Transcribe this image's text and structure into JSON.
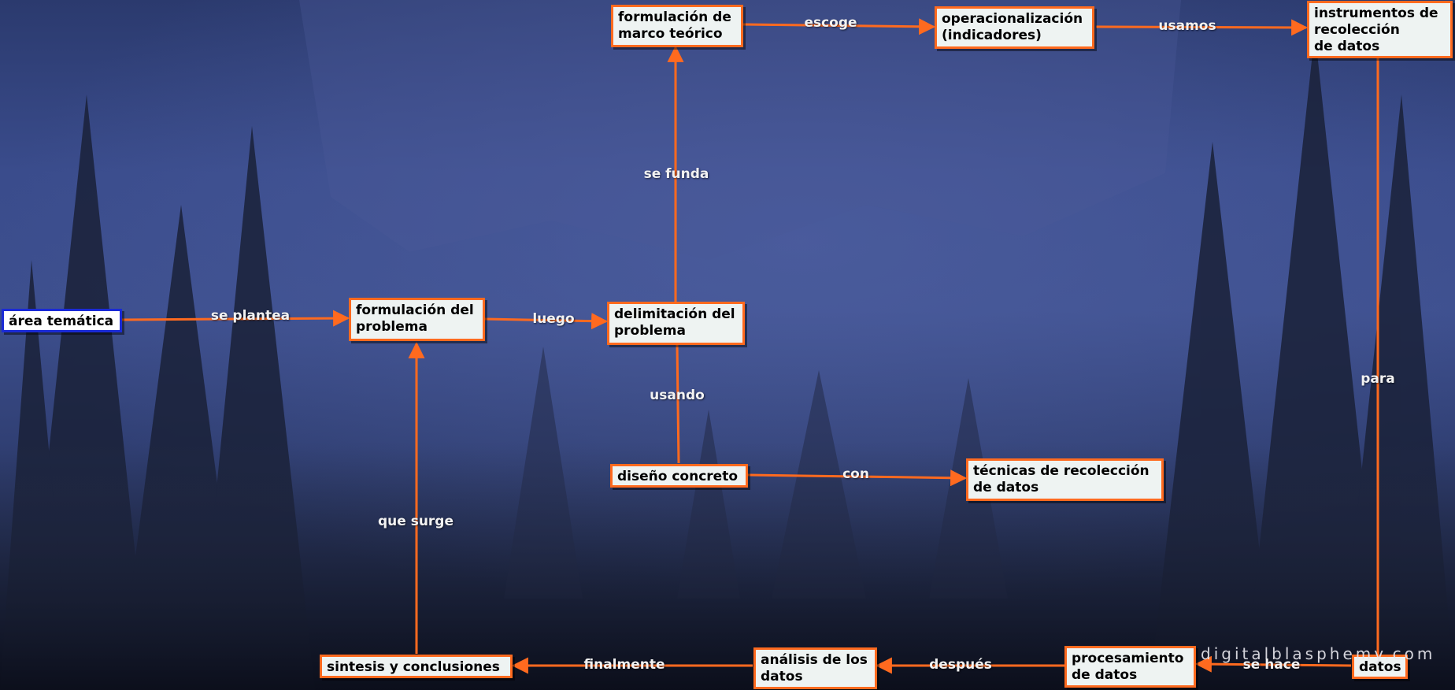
{
  "diagram": {
    "nodes": {
      "area_tematica": "área temática",
      "formulacion_problema": "formulación del\nproblema",
      "delimitacion_problema": "delimitación del\nproblema",
      "formulacion_marco": "formulación de\nmarco teórico",
      "operacionalizacion": "operacionalización\n(indicadores)",
      "instrumentos": "instrumentos de\nrecolección\nde datos",
      "diseno_concreto": "diseño concreto",
      "tecnicas": "técnicas de recolección\nde datos",
      "datos": "datos",
      "procesamiento": "procesamiento\nde datos",
      "analisis": "análisis de los\ndatos",
      "sintesis": "sintesis y conclusiones"
    },
    "edge_labels": {
      "se_plantea": "se plantea",
      "luego": "luego",
      "se_funda": "se funda",
      "escoge": "escoge",
      "usamos": "usamos",
      "para": "para",
      "usando": "usando",
      "con": "con",
      "se_hace": "se hace",
      "despues": "después",
      "finalmente": "finalmente",
      "que_surge": "que surge"
    },
    "colors": {
      "connector": "#ff6a1f",
      "node_fill": "#eef3f2",
      "root_border": "#1a2ad6"
    }
  },
  "watermark": "digitalblasphemy.com"
}
